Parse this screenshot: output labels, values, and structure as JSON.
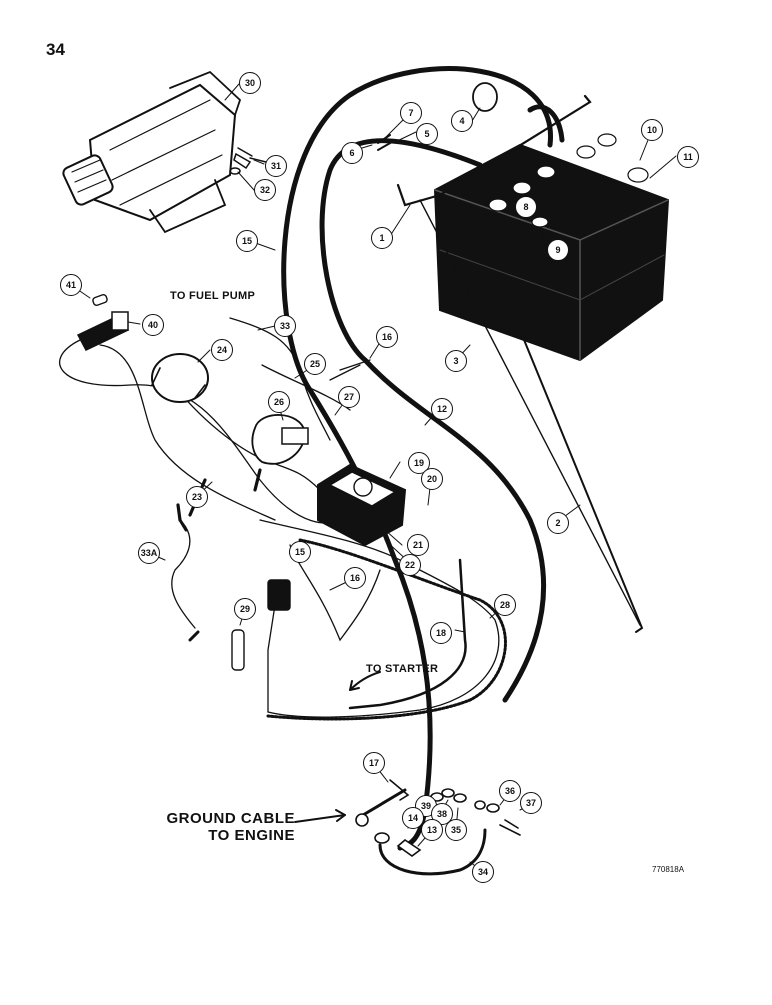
{
  "page_number": "34",
  "labels": {
    "to_fuel_pump": "TO FUEL PUMP",
    "to_starter": "TO STARTER",
    "ground_line1": "GROUND CABLE",
    "ground_line2": "TO ENGINE",
    "figure_code": "770818A"
  },
  "callouts": [
    "30",
    "31",
    "32",
    "7",
    "6",
    "5",
    "4",
    "1",
    "10",
    "11",
    "8",
    "9",
    "15",
    "3",
    "41",
    "40",
    "33",
    "24",
    "25",
    "16",
    "26",
    "27",
    "12",
    "19",
    "20",
    "23",
    "21",
    "22",
    "2",
    "33A",
    "29",
    "28",
    "18",
    "17",
    "36",
    "37",
    "39",
    "38",
    "14",
    "13",
    "35",
    "34"
  ]
}
